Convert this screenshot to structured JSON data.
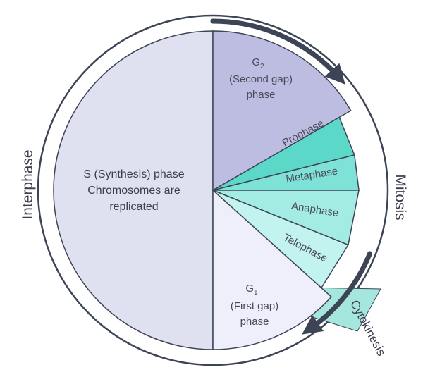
{
  "colors": {
    "interphase_s": "#dfe0f0",
    "g2": "#bdbde2",
    "g1": "#efeffb",
    "prophase": "#5cd8c8",
    "metaphase": "#7fe2d8",
    "anaphase": "#a3ece3",
    "telophase": "#c3f3ee",
    "cytokinesis": "#a5e6df",
    "outline": "#3c4455",
    "arrow": "#3c4455"
  },
  "labels": {
    "s_phase": [
      "S (Synthesis) phase",
      "Chromosomes are",
      "replicated"
    ],
    "g2_letter": "G",
    "g2_sub": "2",
    "g2_lines": [
      "(Second gap)",
      "phase"
    ],
    "g1_letter": "G",
    "g1_sub": "1",
    "g1_lines": [
      "(First gap)",
      "phase"
    ],
    "prophase": "Prophase",
    "metaphase": "Metaphase",
    "anaphase": "Anaphase",
    "telophase": "Telophase",
    "interphase": "Interphase",
    "mitosis": "Mitosis",
    "cytokinesis": "Cytokinesis"
  }
}
